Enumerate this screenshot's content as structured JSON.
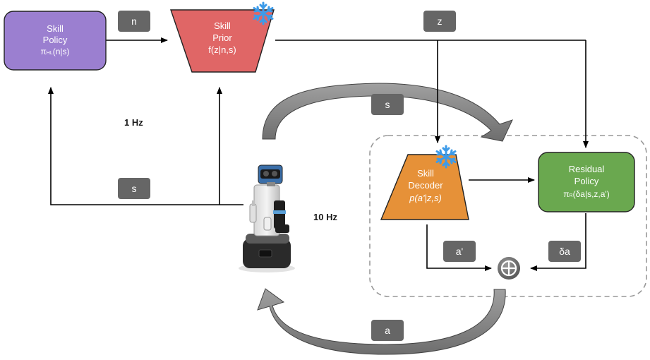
{
  "skill_policy": {
    "line1": "Skill",
    "line2": "Policy",
    "formula": "π",
    "formula_sub": "HL",
    "formula_tail": "(n|s)"
  },
  "skill_prior": {
    "line1": "Skill",
    "line2": "Prior",
    "formula": "f(z|n,s)"
  },
  "skill_decoder": {
    "line1": "Skill",
    "line2": "Decoder",
    "formula": "p(a'|z,s)"
  },
  "residual_policy": {
    "line1": "Residual",
    "line2": "Policy",
    "formula": "π",
    "formula_sub": "R",
    "formula_tail": "(δa|s,z,a')"
  },
  "labels": {
    "n": "n",
    "z": "z",
    "s_top": "s",
    "s_left": "s",
    "a_prime": "a'",
    "delta_a": "δa",
    "a_bottom": "a"
  },
  "rates": {
    "high_level": "1 Hz",
    "low_level": "10 Hz"
  },
  "sum_symbol": "⊕",
  "colors": {
    "skill_policy": "#9b7fd0",
    "skill_prior": "#e06666",
    "skill_decoder": "#e69138",
    "residual_policy": "#6aa84f",
    "label_box": "#666666",
    "frozen_icon": "#3d9be9"
  },
  "icons": {
    "frozen": "snowflake-icon",
    "robot": "robot-icon"
  }
}
